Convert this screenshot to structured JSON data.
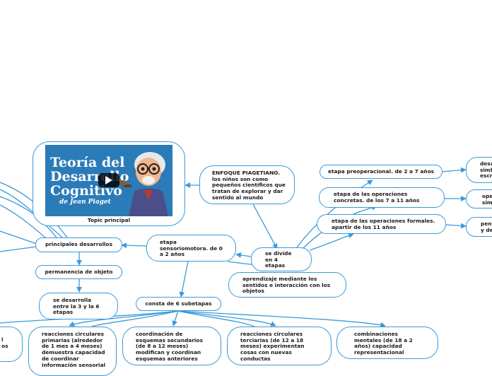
{
  "colors": {
    "connector": "#3a9ad9",
    "node_border": "#3a9ad9",
    "video_bg": "#2a7bb8"
  },
  "topic": {
    "caption": "Topic principal",
    "video_title_line1": "Teoría del",
    "video_title_line2": "Desarrollo",
    "video_title_line3": "Cognitivo",
    "video_title_line4": "de Jean Piaget",
    "play_icon": "play-icon"
  },
  "nodes": {
    "enfoque": "ENFOQUE PIAGETIANO.\nlos niños son como\npequeños científicos que\ntratan de explorar y dar\nsentido al mundo",
    "se_divide": "se divide\nen 4\netapas",
    "preoperacional": "etapa preoperacional. de 2 a 7 años",
    "concretas": "etapa de las operaciones\nconcretas. de los 7  a 11 años",
    "formales": "etapa de las operaciones formales.\napartir de los 11 años",
    "desa": "desa\nsimb\nescr",
    "ope": "ope\nsim",
    "pens": "pens\ny de",
    "aprendizaje": "aprendizaje mediante los\nsentidos e interacción con los\nobjetos",
    "sensoriomotora": "etapa\nsensoriomotora. de 0\na 2 años",
    "principales": "principales desarrollos",
    "permanencia": "permanencia de objeto",
    "se_desarrolla": "se desarrolla\nentre la 3 y la 6\netapas",
    "consta": "consta de 6 subetapas",
    "primarias": "reacciones circulares\nprimarias (alrededor\nde 1 mes a 4 meses)\ndemuestra capacidad\nde coordinar\ninformación sensorial",
    "coordinacion": "coordinación de\nesquemas secundarios\n(de 8 a 12 meses)\nmodifican y coordinan\nesquemas anteriores",
    "terciarias": "reacciones circulares\nterciarias (de 12 a 18\nmeses) experimentan\ncosas con nuevas\nconductas",
    "combinaciones": "combinaciones\nmentales (de 18 a 2\naños) capacidad\nrepresentacional",
    "left_partial": "l\nos"
  }
}
